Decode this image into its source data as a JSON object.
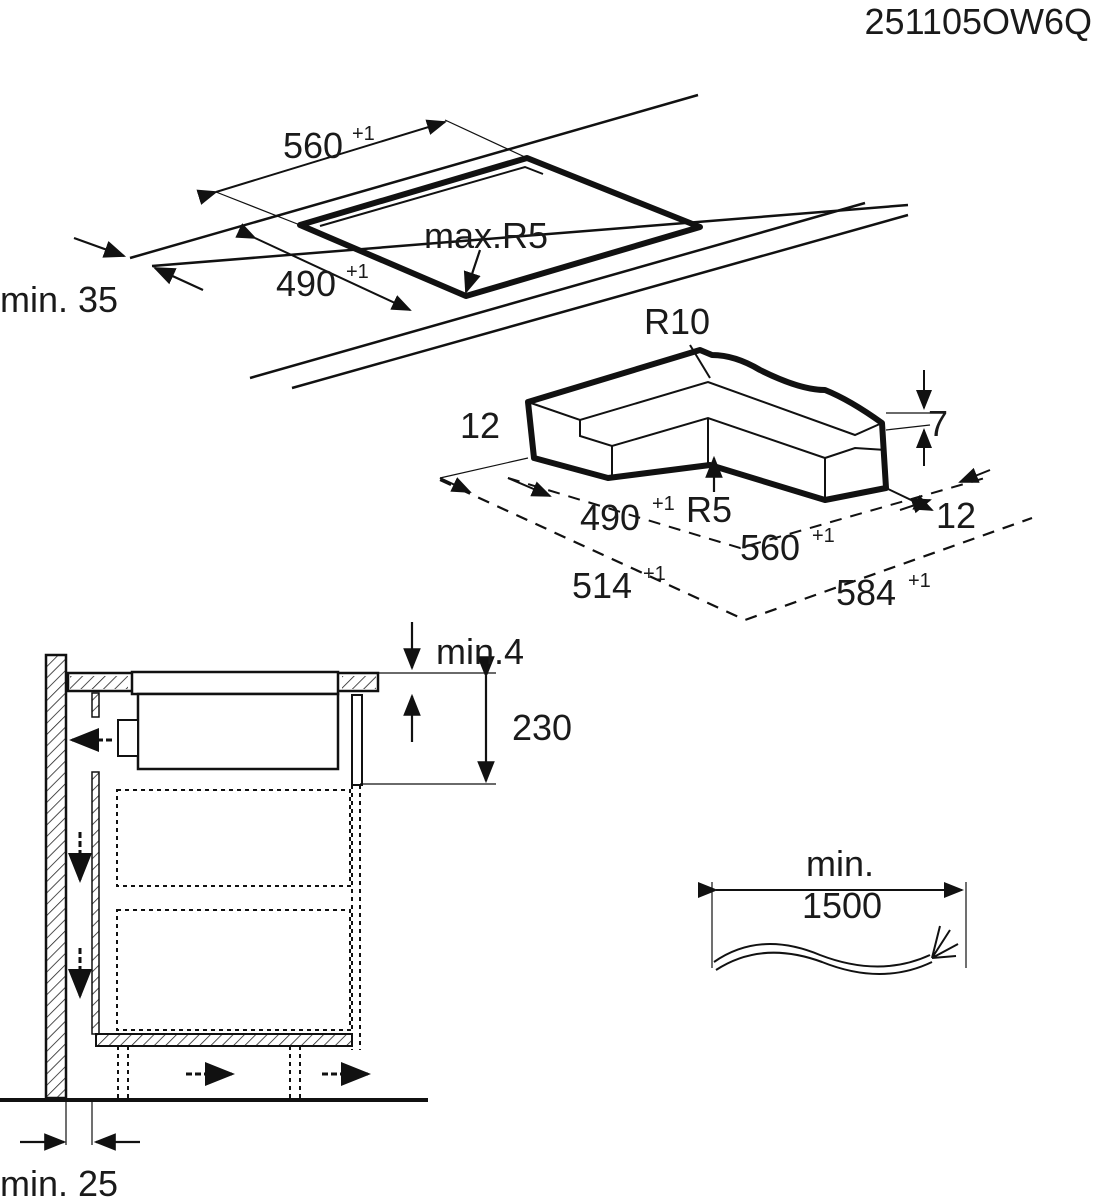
{
  "doc_code": "251105OW6Q",
  "cutout_top": {
    "width_label": "560",
    "width_tol": "+1",
    "depth_label": "490",
    "depth_tol": "+1",
    "radius_label": "max.R5",
    "front_gap_label": "min. 35"
  },
  "frame_detail": {
    "corner_radius_label": "R10",
    "frame_thickness_label": "12",
    "frame_height_label": "7",
    "side_thickness_label": "12",
    "inner_depth_label": "490",
    "inner_depth_tol": "+1",
    "inner_radius_label": "R5",
    "inner_width_label": "560",
    "inner_width_tol": "+1",
    "outer_depth_label": "514",
    "outer_depth_tol": "+1",
    "outer_width_label": "584",
    "outer_width_tol": "+1"
  },
  "section": {
    "top_gap_label": "min.4",
    "height_label": "230",
    "wall_gap_label": "min. 25"
  },
  "cable": {
    "length_label_1": "min.",
    "length_label_2": "1500"
  }
}
